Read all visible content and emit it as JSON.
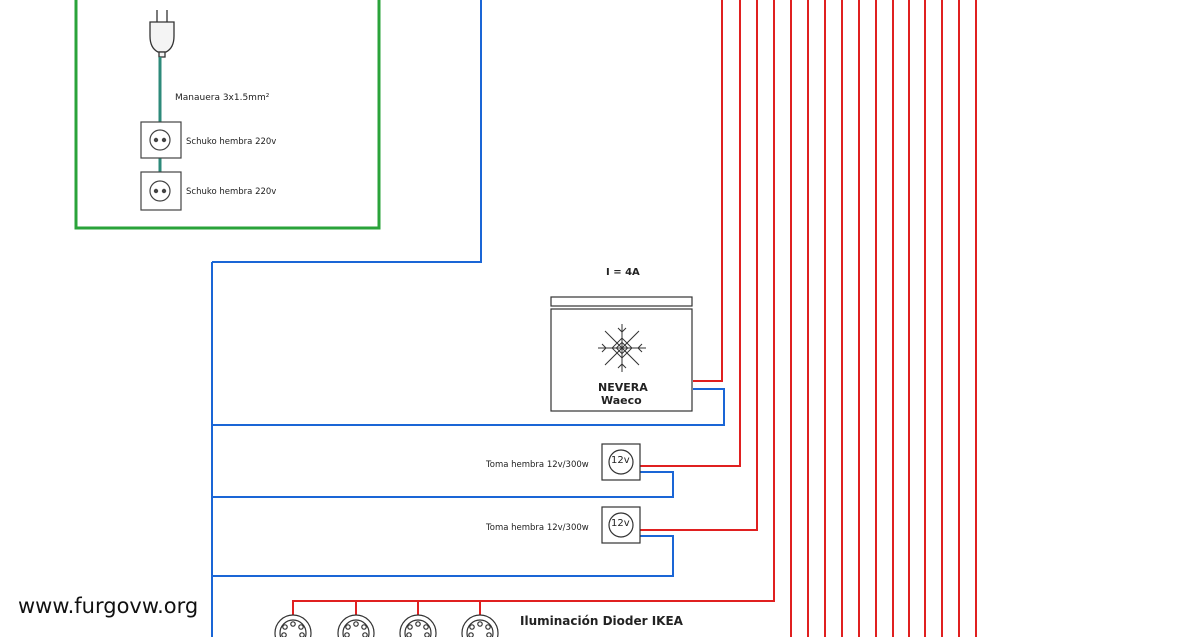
{
  "labels": {
    "hose": "Manauera 3x1.5mm²",
    "schuko_1": "Schuko hembra 220v",
    "schuko_2": "Schuko hembra 220v",
    "fridge_current": "I = 4A",
    "fridge_line1": "NEVERA",
    "fridge_line2": "Waeco",
    "socket12_1": "Toma hembra 12v/300w",
    "socket12_1_badge": "12v",
    "socket12_2": "Toma hembra 12v/300w",
    "socket12_2_badge": "12v",
    "lighting": "Iluminación Dioder IKEA"
  },
  "watermark": "www.furgovw.org",
  "colors": {
    "positive_wire": "#e02020",
    "negative_wire": "#1a66d6",
    "enclosure_220v": "#2aa33a",
    "device_outline": "#333333"
  },
  "icons": {
    "plug": "schuko-plug-icon",
    "socket": "schuko-socket-icon",
    "fridge": "snowflake-icon",
    "led": "led-light-icon"
  }
}
